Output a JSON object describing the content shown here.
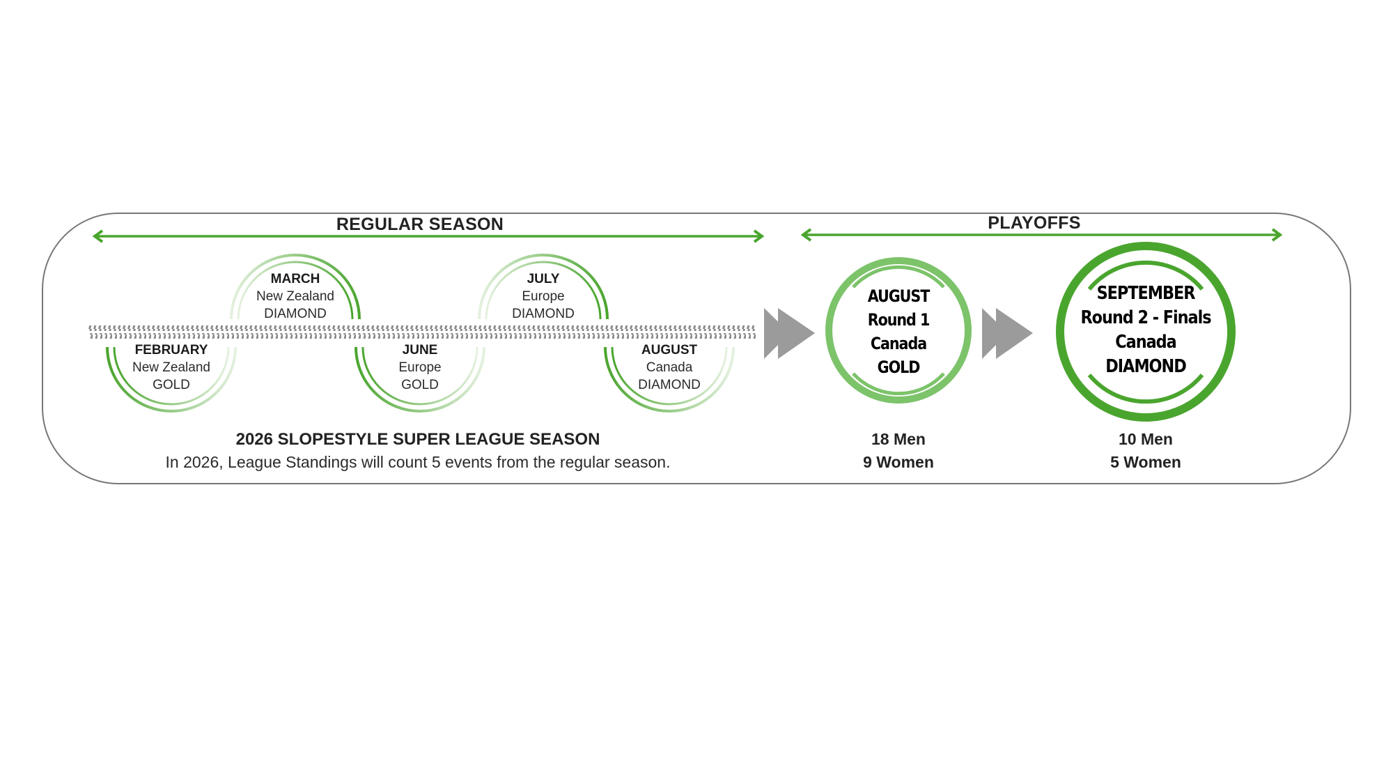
{
  "colors": {
    "accent_green": "#4aa52e",
    "light_green": "#7cc36a",
    "pale_green": "#d6ead0",
    "arrow_gray": "#9b9b9b",
    "track_gray": "#8a8a8a",
    "frame_gray": "#777777"
  },
  "sections": {
    "regular_season": {
      "label": "REGULAR SEASON",
      "arrow": "double-headed-arrow"
    },
    "playoffs": {
      "label": "PLAYOFFS",
      "arrow": "double-headed-arrow"
    }
  },
  "regular_events": [
    {
      "month": "FEBRUARY",
      "location": "New Zealand",
      "tier": "GOLD",
      "side": "below"
    },
    {
      "month": "MARCH",
      "location": "New Zealand",
      "tier": "DIAMOND",
      "side": "above"
    },
    {
      "month": "JUNE",
      "location": "Europe",
      "tier": "GOLD",
      "side": "below"
    },
    {
      "month": "JULY",
      "location": "Europe",
      "tier": "DIAMOND",
      "side": "above"
    },
    {
      "month": "AUGUST",
      "location": "Canada",
      "tier": "DIAMOND",
      "side": "below"
    }
  ],
  "playoff_events": [
    {
      "month": "AUGUST",
      "round": "Round 1",
      "location": "Canada",
      "tier": "GOLD",
      "men": "18 Men",
      "women": "9 Women"
    },
    {
      "month": "SEPTEMBER",
      "round": "Round 2 - Finals",
      "location": "Canada",
      "tier": "DIAMOND",
      "men": "10 Men",
      "women": "5 Women"
    }
  ],
  "season": {
    "title": "2026 SLOPESTYLE SUPER LEAGUE SEASON",
    "note": "In 2026, League Standings will count 5 events from the regular season."
  },
  "icons": {
    "track": "dashed-track-line",
    "advance": "fast-forward-icon"
  }
}
